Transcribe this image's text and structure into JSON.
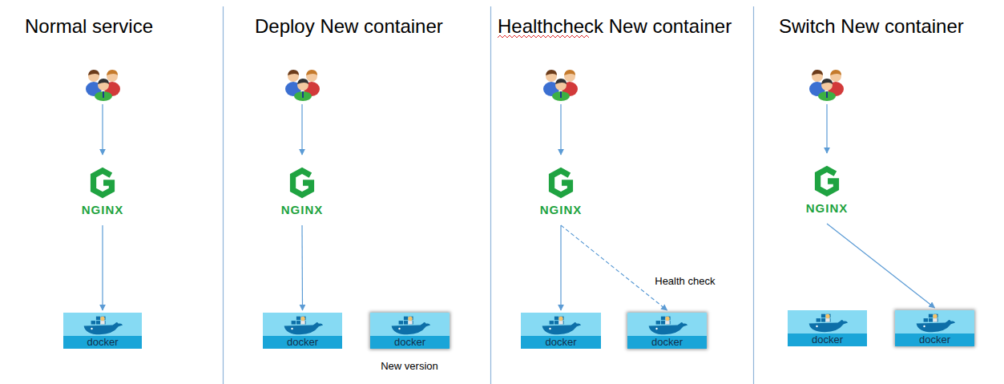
{
  "diagram": {
    "nodes": [
      {
        "text": [
          "NGINX"
        ]
      },
      {
        "text": [
          "docker"
        ]
      },
      {
        "text": [
          "NGINX"
        ]
      },
      {
        "text": [
          "docker"
        ]
      },
      {
        "text": [
          "docker"
        ]
      },
      {
        "text": [
          "NGINX"
        ]
      },
      {
        "text": [
          "docker"
        ]
      },
      {
        "text": [
          "docker"
        ]
      },
      {
        "text": [
          "NGINX"
        ]
      },
      {
        "text": [
          "docker"
        ]
      },
      {
        "text": [
          "docker"
        ]
      }
    ],
    "edges": [
      {
        "from": 0,
        "to": 1,
        "arrow": "to"
      },
      {
        "from": 2,
        "to": 3,
        "arrow": "to"
      },
      {
        "from": 5,
        "to": 6,
        "arrow": "to"
      },
      {
        "from": 5,
        "to": 7,
        "label": "Health check",
        "arrow": "to"
      },
      {
        "from": 8,
        "to": 10,
        "arrow": "to"
      }
    ],
    "labels": [
      "Normal service",
      "Deploy New container",
      "Healthcheck New container",
      "Switch New container",
      "New version"
    ]
  }
}
